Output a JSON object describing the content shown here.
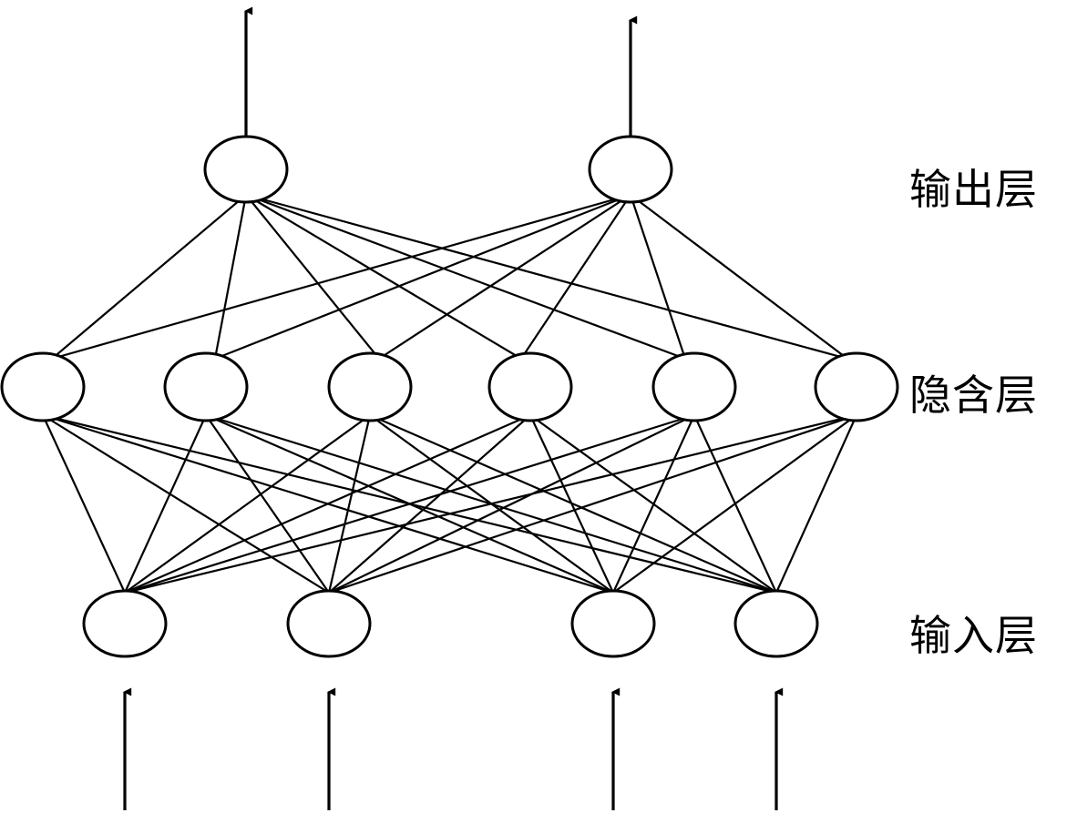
{
  "labels": {
    "output_layer": "输出层",
    "hidden_layer": "隐含层",
    "input_layer": "输入层"
  },
  "network": {
    "input_nodes": 4,
    "hidden_nodes": 6,
    "output_nodes": 2,
    "connections": "fully-connected",
    "line_color": "#000000",
    "node_fill": "#ffffff"
  }
}
